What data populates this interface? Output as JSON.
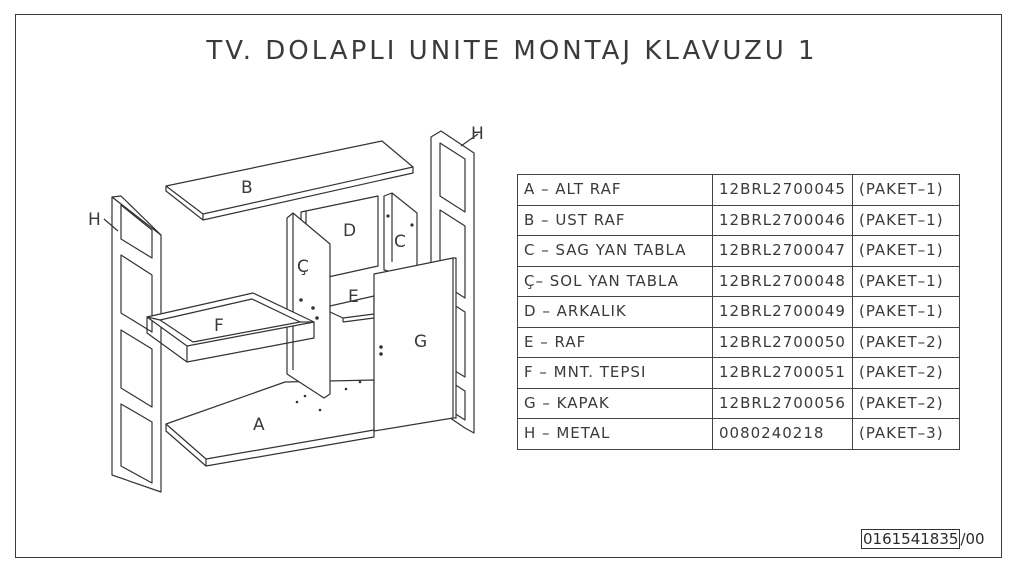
{
  "title": "TV. DOLAPLI UNITE MONTAJ KLAVUZU 1",
  "diagram_labels": {
    "A": "A",
    "B": "B",
    "C": "C",
    "Ç": "Ç",
    "D": "D",
    "E": "E",
    "F": "F",
    "G": "G",
    "H_left": "H",
    "H_right": "H"
  },
  "parts": [
    {
      "label": "A – ALT RAF",
      "code": "12BRL2700045",
      "package": "(PAKET–1)"
    },
    {
      "label": "B – UST RAF",
      "code": "12BRL2700046",
      "package": "(PAKET–1)"
    },
    {
      "label": "C – SAG YAN TABLA",
      "code": "12BRL2700047",
      "package": "(PAKET–1)"
    },
    {
      "label": "Ç– SOL YAN TABLA",
      "code": "12BRL2700048",
      "package": "(PAKET–1)"
    },
    {
      "label": "D – ARKALIK",
      "code": "12BRL2700049",
      "package": "(PAKET–1)"
    },
    {
      "label": "E – RAF",
      "code": "12BRL2700050",
      "package": "(PAKET–2)"
    },
    {
      "label": "F – MNT. TEPSI",
      "code": "12BRL2700051",
      "package": "(PAKET–2)"
    },
    {
      "label": "G – KAPAK",
      "code": "12BRL2700056",
      "package": "(PAKET–2)"
    },
    {
      "label": "H – METAL",
      "code": "0080240218",
      "package": "(PAKET–3)"
    }
  ],
  "doc_number": "0161541835",
  "doc_revision": "/00"
}
